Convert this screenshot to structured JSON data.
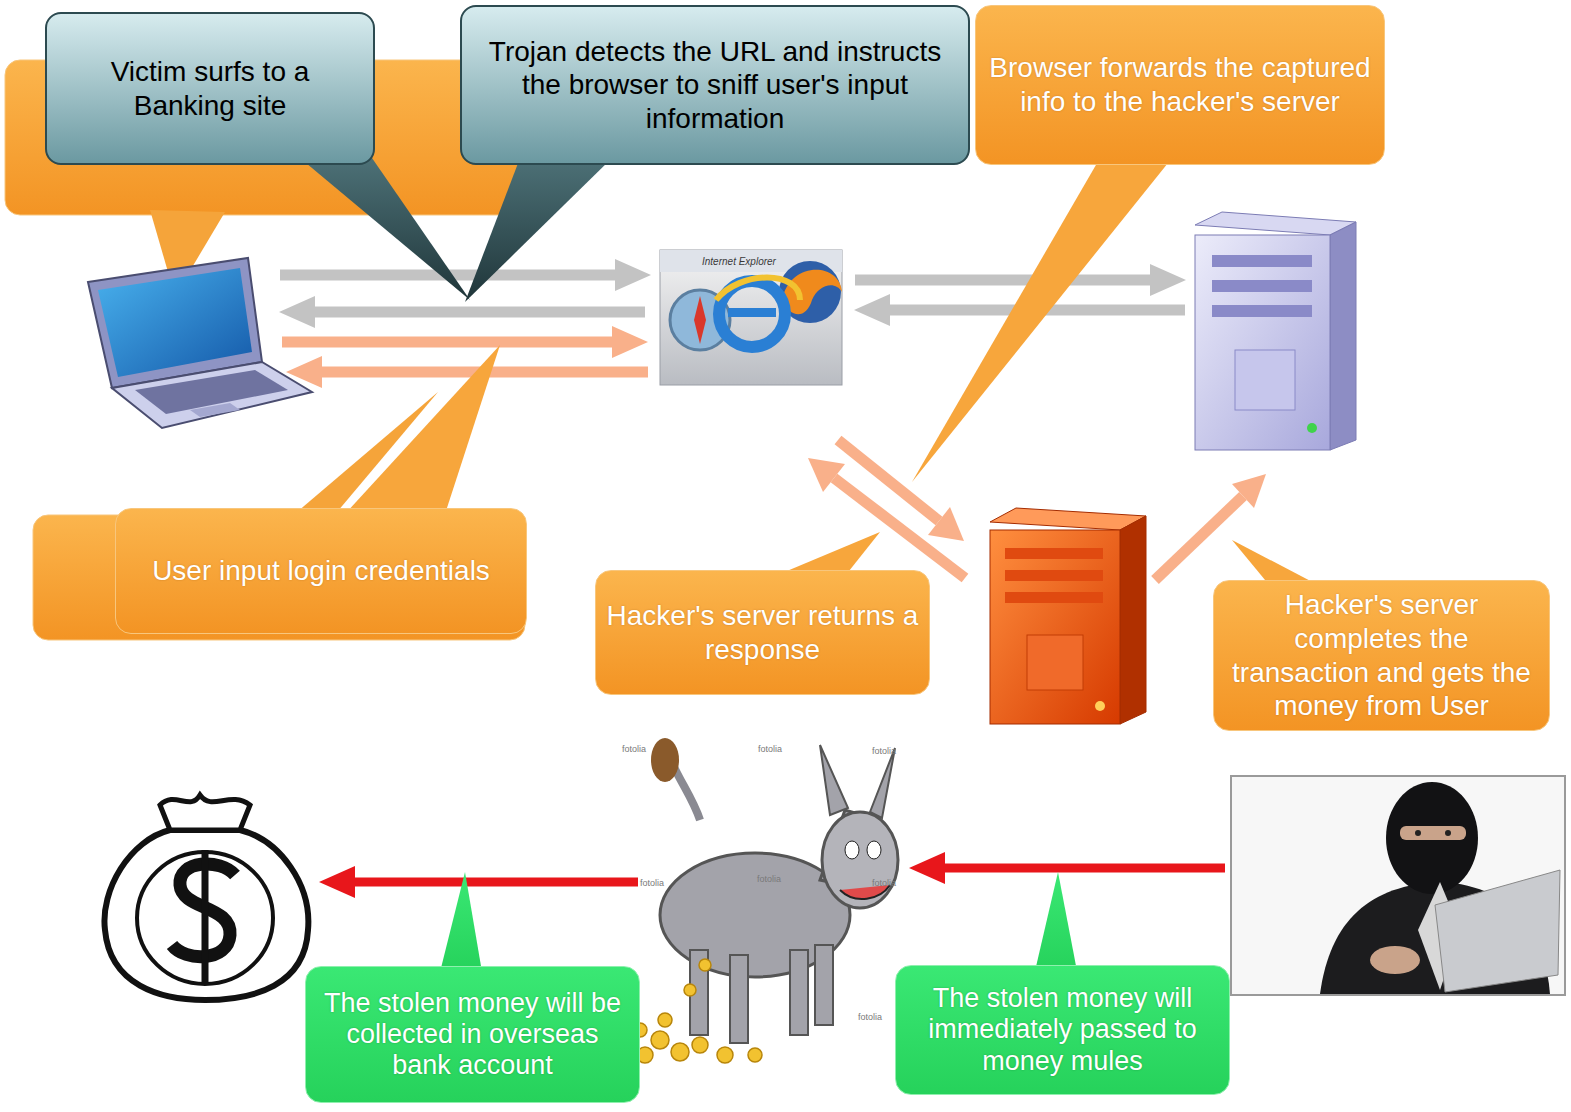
{
  "diagram": {
    "nodes": [
      {
        "text": [
          "Victim surfs to a Banking site"
        ]
      },
      {
        "text": [
          "Trojan detects the URL and instructs the browser to sniff user's input information"
        ]
      },
      {
        "text": [
          "Browser forwards the captured info to the hacker's server"
        ]
      },
      {
        "text": [
          "User input login credentials"
        ]
      },
      {
        "text": [
          "Hacker's server returns a response"
        ]
      },
      {
        "text": [
          "Hacker's server completes the transaction and gets the money from User"
        ]
      },
      {
        "text": [
          "The stolen money will be collected in overseas bank account"
        ]
      },
      {
        "text": [
          "The stolen money will immediately passed to money mules"
        ]
      }
    ],
    "labels": [
      "Internet Explorer",
      "fotolia",
      "fotolia",
      "fotolia",
      "fotolia",
      "fotolia",
      "fotolia",
      "fotolia"
    ]
  }
}
